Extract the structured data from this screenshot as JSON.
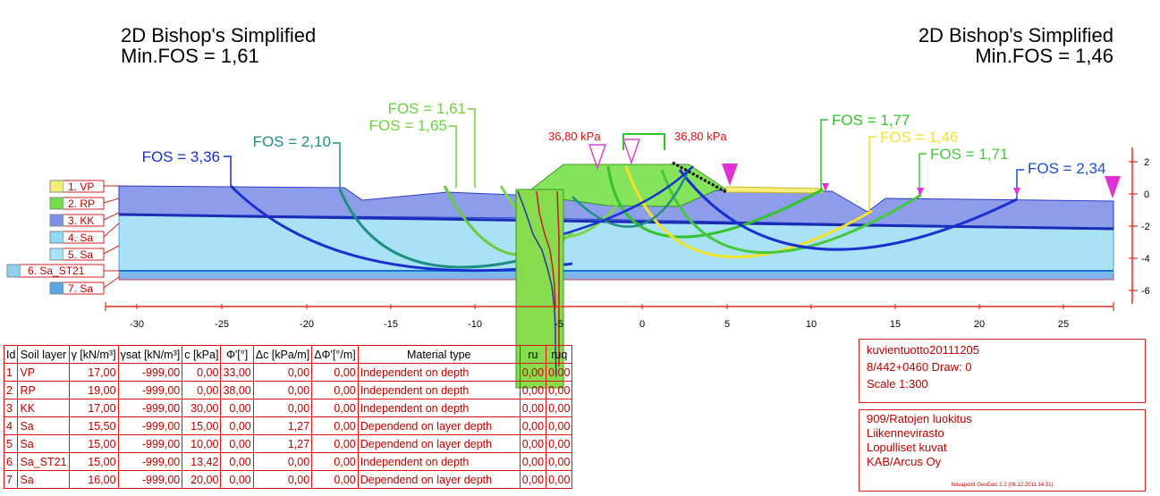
{
  "titles": {
    "left": {
      "line1": "2D Bishop's Simplified",
      "line2": "Min.FOS = 1,61"
    },
    "right": {
      "line1": "2D Bishop's Simplified",
      "line2": "Min.FOS = 1,46"
    }
  },
  "layers_legend": [
    {
      "label": "1. VP",
      "color": "#f7ef7a"
    },
    {
      "label": "2. RP",
      "color": "#74dd4a"
    },
    {
      "label": "3. KK",
      "color": "#7f8fe8"
    },
    {
      "label": "4. Sa",
      "color": "#8fd9f2"
    },
    {
      "label": "5. Sa",
      "color": "#a6e3f6"
    },
    {
      "label": "6. Sa_ST21",
      "color": "#8fd0ee"
    },
    {
      "label": "7. Sa",
      "color": "#5aa6e6"
    }
  ],
  "fos_labels": [
    {
      "text": "FOS = 3,36",
      "color": "#1a2fd0"
    },
    {
      "text": "FOS = 2,10",
      "color": "#1f8f82"
    },
    {
      "text": "FOS = 1,61",
      "color": "#6bd23a"
    },
    {
      "text": "FOS = 1,65",
      "color": "#6bd23a"
    },
    {
      "text": "FOS = 1,77",
      "color": "#33c42c"
    },
    {
      "text": "FOS = 1,46",
      "color": "#f2e22a"
    },
    {
      "text": "FOS = 1,71",
      "color": "#45c83e"
    },
    {
      "text": "FOS = 2,34",
      "color": "#1a4fd0"
    }
  ],
  "loads": {
    "left": "36,80 kPa",
    "right": "36,80 kPa"
  },
  "chart_data": {
    "type": "cross-section",
    "x_ticks": [
      "-30",
      "-25",
      "-20",
      "-15",
      "-10",
      "-5",
      "0",
      "5",
      "10",
      "15",
      "20",
      "25"
    ],
    "y_ticks": [
      "2",
      "0",
      "-2",
      "-4",
      "-6"
    ]
  },
  "soil_table": {
    "headers": [
      "Id",
      "Soil layer",
      "γ [kN/m³]",
      "γsat [kN/m³]",
      "c [kPa]",
      "Φ'[°]",
      "Δc [kPa/m]",
      "ΔΦ'[°/m]",
      "Material type",
      "ru",
      "ruq"
    ],
    "rows": [
      [
        "1",
        "VP",
        "17,00",
        "-999,00",
        "0,00",
        "33,00",
        "0,00",
        "0,00",
        "Independent on depth",
        "0,00",
        "0,00"
      ],
      [
        "2",
        "RP",
        "19,00",
        "-999,00",
        "0,00",
        "38,00",
        "0,00",
        "0,00",
        "Independent on depth",
        "0,00",
        "0,00"
      ],
      [
        "3",
        "KK",
        "17,00",
        "-999,00",
        "30,00",
        "0,00",
        "0,00",
        "0,00",
        "Independent on depth",
        "0,00",
        "0,00"
      ],
      [
        "4",
        "Sa",
        "15,50",
        "-999,00",
        "15,00",
        "0,00",
        "1,27",
        "0,00",
        "Dependend on layer depth",
        "0,00",
        "0,00"
      ],
      [
        "5",
        "Sa",
        "15,00",
        "-999,00",
        "10,00",
        "0,00",
        "1,27",
        "0,00",
        "Dependend on layer depth",
        "0,00",
        "0,00"
      ],
      [
        "6",
        "Sa_ST21",
        "15,00",
        "-999,00",
        "13,42",
        "0,00",
        "0,00",
        "0,00",
        "Independent on depth",
        "0,00",
        "0,00"
      ],
      [
        "7",
        "Sa",
        "16,00",
        "-999,00",
        "20,00",
        "0,00",
        "0,00",
        "0,00",
        "Dependend on layer depth",
        "0,00",
        "0,00"
      ]
    ]
  },
  "info_box": {
    "line1": "kuvientuotto20111205",
    "line2": "8/442+0460  Draw: 0",
    "line3": "Scale  1:300"
  },
  "project_box": {
    "line1": "909/Ratojen luokitus",
    "line2": "Liikennevirasto",
    "line3": "Lopulliset kuvat",
    "line4": "KAB/Arcus Oy",
    "footer": "Novapoint GeoCalc 2.2  (06.12.2011 14:31)"
  }
}
